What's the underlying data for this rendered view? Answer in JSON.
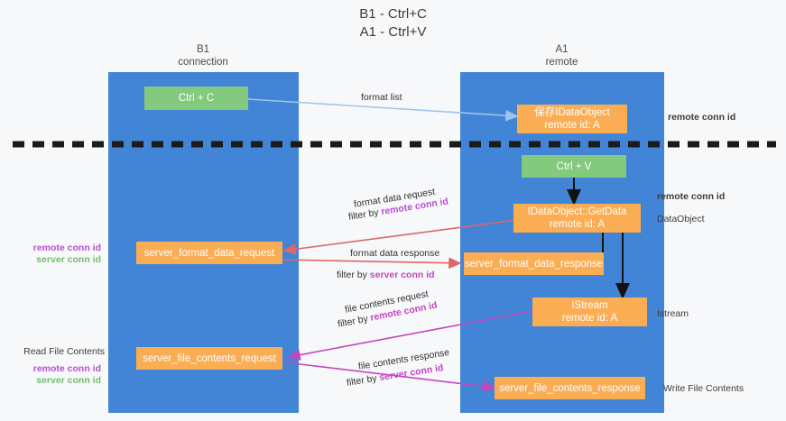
{
  "title": {
    "line1": "B1 - Ctrl+C",
    "line2": "A1 - Ctrl+V"
  },
  "columns": [
    {
      "name": "B1",
      "role": "connection"
    },
    {
      "name": "A1",
      "role": "remote"
    }
  ],
  "nodes": {
    "ctrl_c": {
      "label": "Ctrl + C"
    },
    "save_idataobject": {
      "line1": "保存IDataObject",
      "line2": "remote id: A"
    },
    "ctrl_v": {
      "label": "Ctrl + V"
    },
    "getdata": {
      "line1": "IDataObject::GetData",
      "line2": "remote id: A"
    },
    "server_format_data_request": {
      "label": "server_format_data_request"
    },
    "server_format_data_response": {
      "label": "server_format_data_response"
    },
    "istream": {
      "line1": "IStream",
      "line2": "remote id: A"
    },
    "server_file_contents_request": {
      "label": "server_file_contents_request"
    },
    "server_file_contents_response": {
      "label": "server_file_contents_response"
    }
  },
  "edges": {
    "format_list": {
      "label": "format list"
    },
    "format_data_request": {
      "label": "format data request",
      "filter_prefix": "filter by ",
      "filter_key": "remote conn id"
    },
    "format_data_response": {
      "label": "format data response",
      "filter_prefix": "filter by ",
      "filter_key": "server conn id"
    },
    "file_contents_request": {
      "label": "file contents request",
      "filter_prefix": "filter by ",
      "filter_key": "remote conn id"
    },
    "file_contents_response": {
      "label": "file contents response",
      "filter_prefix": "filter by ",
      "filter_key": "server conn id"
    }
  },
  "right_labels": {
    "remote_conn_id_top": "remote conn id",
    "remote_conn_id_mid": "remote conn id",
    "dataobject": "DataObject",
    "istream": "Istream",
    "write_file_contents": "Write File Contents"
  },
  "left_labels": {
    "remote_conn_id_mid": "remote conn id",
    "server_conn_id_mid": "server conn id",
    "read_file_contents": "Read File Contents",
    "remote_conn_id_bottom": "remote conn id",
    "server_conn_id_bottom": "server conn id"
  },
  "colors": {
    "lane": "#4285d6",
    "node_orange": "#fbad54",
    "node_green": "#83ca7f",
    "purple": "#b84fd0",
    "green_text": "#72bd6e",
    "magenta": "#c345c0",
    "arrow_blue": "#9fc5e8",
    "arrow_red": "#e06666",
    "arrow_black": "#111111",
    "arrow_magenta": "#c345c0",
    "divider": "#1b1b1b",
    "background": "#f7f8fa"
  }
}
